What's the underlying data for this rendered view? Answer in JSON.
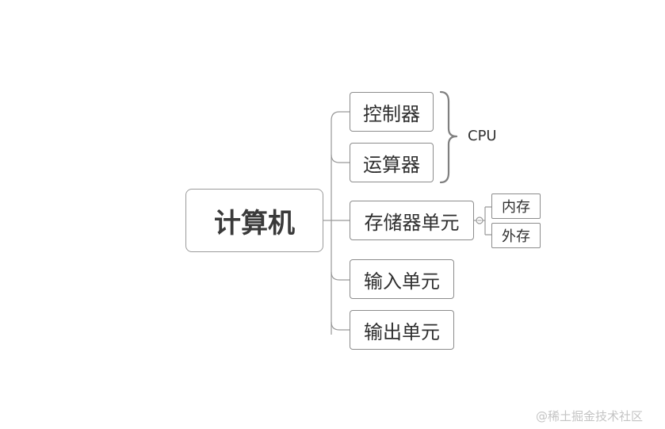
{
  "root": {
    "label": "计算机"
  },
  "branches": [
    {
      "label": "控制器"
    },
    {
      "label": "运算器"
    },
    {
      "label": "存储器单元",
      "children": [
        {
          "label": "内存"
        },
        {
          "label": "外存"
        }
      ]
    },
    {
      "label": "输入单元"
    },
    {
      "label": "输出单元"
    }
  ],
  "summary": {
    "label": "CPU",
    "covers": [
      "控制器",
      "运算器"
    ]
  },
  "watermark": "@稀土掘金技术社区",
  "colors": {
    "line": "#999999",
    "border": "#8c8c8c",
    "text": "#333333"
  }
}
